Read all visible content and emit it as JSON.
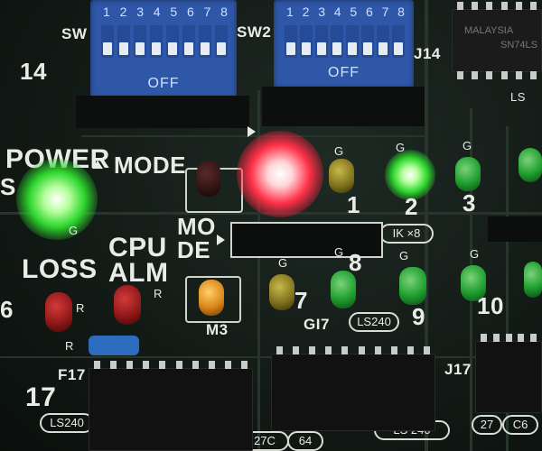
{
  "labels": {
    "sw1": "SW",
    "sw2": "SW2",
    "j14_left": "14",
    "j14_right": "J14",
    "power": "POWER",
    "power_edge": "S",
    "mode": "MODE",
    "mode2_line1": "MO",
    "mode2_line2": "DE",
    "cpu_line1": "CPU",
    "cpu_line2": "ALM",
    "loss": "LOSS",
    "edge_six": "6",
    "f17": "F17",
    "i17": "17",
    "ls240_a": "LS240",
    "ls240_b": "LS240",
    "ls240_c": "LS 240",
    "m3": "M3",
    "g17": "GI7",
    "j17": "J17",
    "ik_x8": "IK ×8",
    "c27": "27C",
    "c64": "64",
    "c27b": "27",
    "c6": "C6",
    "chip_brand": "MALAYSIA",
    "chip_part": "SN74LS",
    "chip_ls": "LS",
    "led_nums": [
      "1",
      "2",
      "3",
      "7",
      "8",
      "9",
      "10"
    ],
    "g_marks": [
      "G",
      "G",
      "G",
      "G",
      "G",
      "G",
      "G",
      "G"
    ],
    "r_marks": [
      "R",
      "R",
      "R"
    ]
  },
  "dip_switches": [
    {
      "numbers": [
        "1",
        "2",
        "3",
        "4",
        "5",
        "6",
        "7",
        "8"
      ],
      "off_label": "OFF"
    },
    {
      "numbers": [
        "1",
        "2",
        "3",
        "4",
        "5",
        "6",
        "7",
        "8"
      ],
      "off_label": "OFF"
    }
  ],
  "colors": {
    "board": "#131b17",
    "silkscreen": "#e9ece6",
    "dip_blue": "#2f57a8",
    "led_green": "#2ed62e",
    "led_red": "#ff3048"
  }
}
